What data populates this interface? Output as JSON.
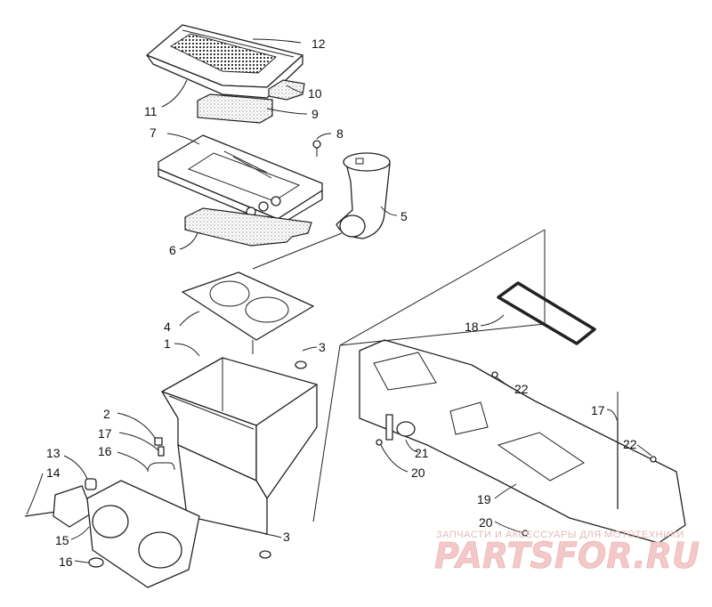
{
  "labels": {
    "l1": "1",
    "l2": "2",
    "l3a": "3",
    "l3b": "3",
    "l4": "4",
    "l5": "5",
    "l6": "6",
    "l7": "7",
    "l8": "8",
    "l9": "9",
    "l10": "10",
    "l11": "11",
    "l12": "12",
    "l13": "13",
    "l14": "14",
    "l15": "15",
    "l16a": "16",
    "l16b": "16",
    "l17a": "17",
    "l17b": "17",
    "l18": "18",
    "l19": "19",
    "l20a": "20",
    "l20b": "20",
    "l21": "21",
    "l22a": "22",
    "l22b": "22"
  },
  "watermark": {
    "subtitle": "ЗАПЧАСТИ И АКСЕССУАРЫ ДЛЯ МОТОТЕХНИКИ",
    "brand": "PARTSFOR.RU"
  },
  "colors": {
    "line": "#222222",
    "watermark": "#e9a9a9"
  }
}
